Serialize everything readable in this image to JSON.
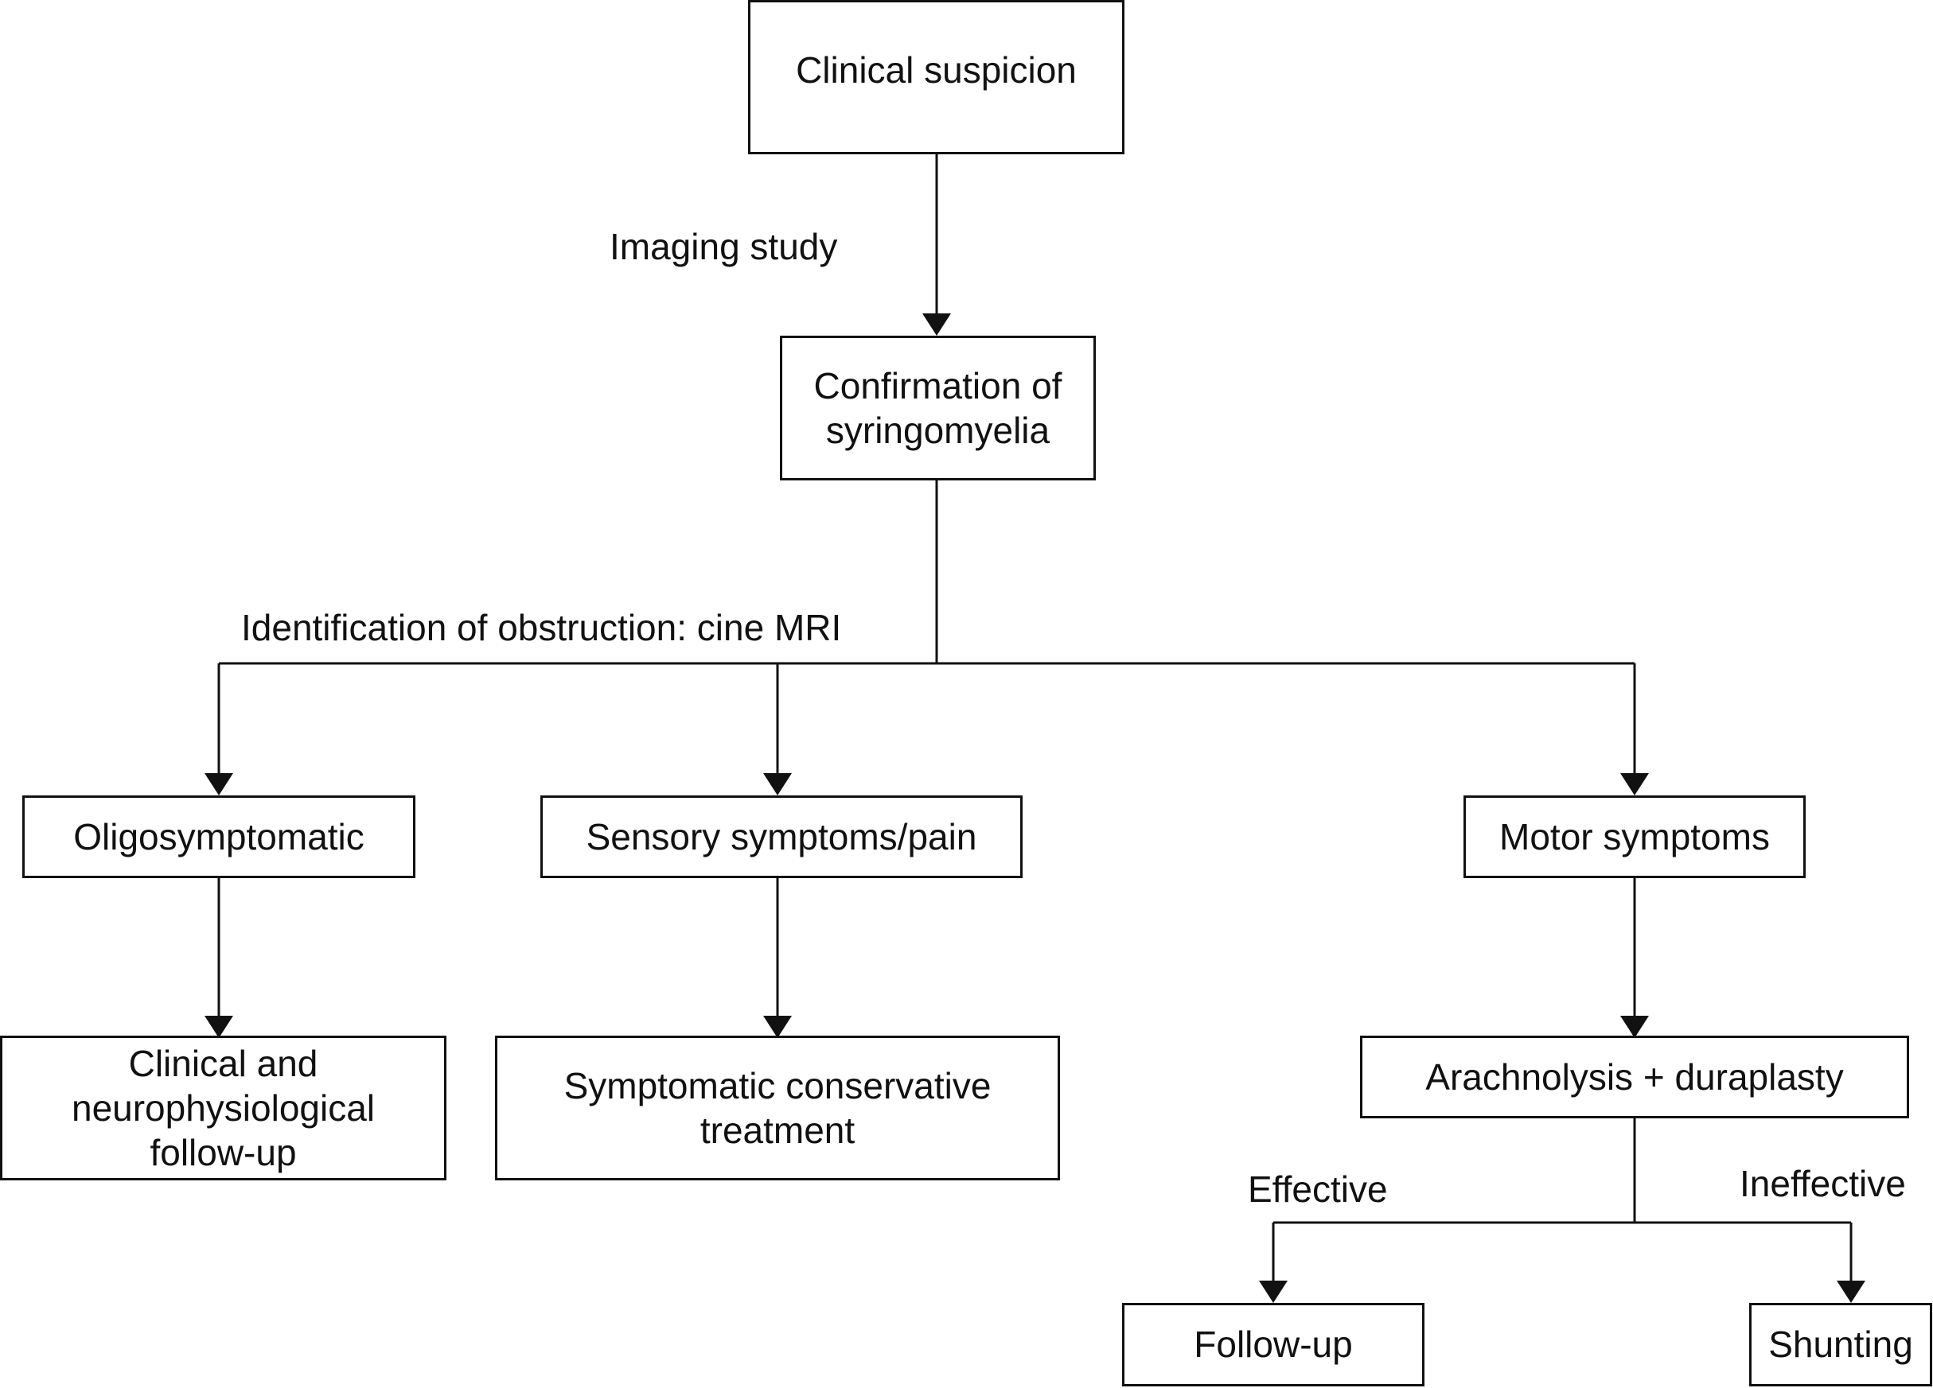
{
  "nodes": {
    "clinical_suspicion": {
      "lines": [
        "Clinical suspicion"
      ]
    },
    "confirmation": {
      "lines": [
        "Confirmation of",
        "syringomyelia"
      ]
    },
    "oligosymptomatic": {
      "lines": [
        "Oligosymptomatic"
      ]
    },
    "sensory": {
      "lines": [
        "Sensory symptoms/pain"
      ]
    },
    "motor": {
      "lines": [
        "Motor symptoms"
      ]
    },
    "clinical_followup": {
      "lines": [
        "Clinical and",
        "neurophysiological",
        "follow-up"
      ]
    },
    "conservative": {
      "lines": [
        "Symptomatic conservative",
        "treatment"
      ]
    },
    "arachnolysis": {
      "lines": [
        "Arachnolysis + duraplasty"
      ]
    },
    "followup": {
      "lines": [
        "Follow-up"
      ]
    },
    "shunting": {
      "lines": [
        "Shunting"
      ]
    }
  },
  "edge_labels": {
    "imaging_study": "Imaging study",
    "identification": "Identification of obstruction: cine MRI",
    "effective": "Effective",
    "ineffective": "Ineffective"
  }
}
